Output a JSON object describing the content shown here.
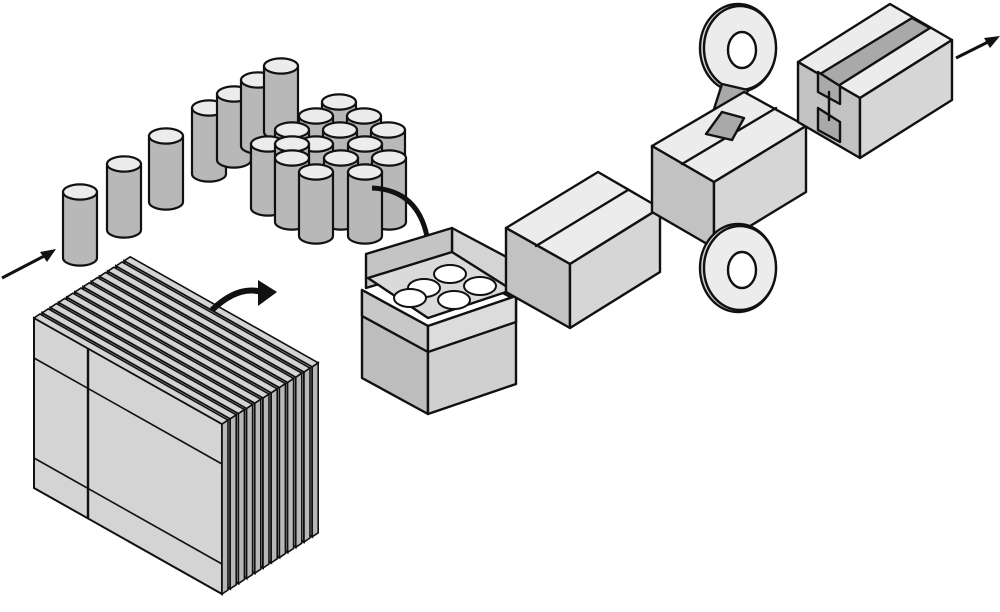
{
  "diagram": {
    "type": "packaging-line-illustration",
    "colors": {
      "outline": "#111111",
      "face_light": "#ececec",
      "face_mid": "#d4d4d4",
      "face_dark": "#b8b8b8",
      "tape": "#a9a9a9",
      "background": "#ffffff"
    },
    "stages": [
      {
        "key": "cans-infeed",
        "icon": "cylinder-containers-icon"
      },
      {
        "key": "flat-carton-blanks",
        "icon": "carton-blank-stack-icon"
      },
      {
        "key": "case-packing",
        "icon": "open-case-with-cans-icon"
      },
      {
        "key": "closed-case",
        "icon": "closed-case-icon"
      },
      {
        "key": "tape-sealing",
        "icon": "tape-roll-icon"
      },
      {
        "key": "sealed-case-outfeed",
        "icon": "h-taped-case-icon"
      }
    ],
    "text_labels": []
  }
}
